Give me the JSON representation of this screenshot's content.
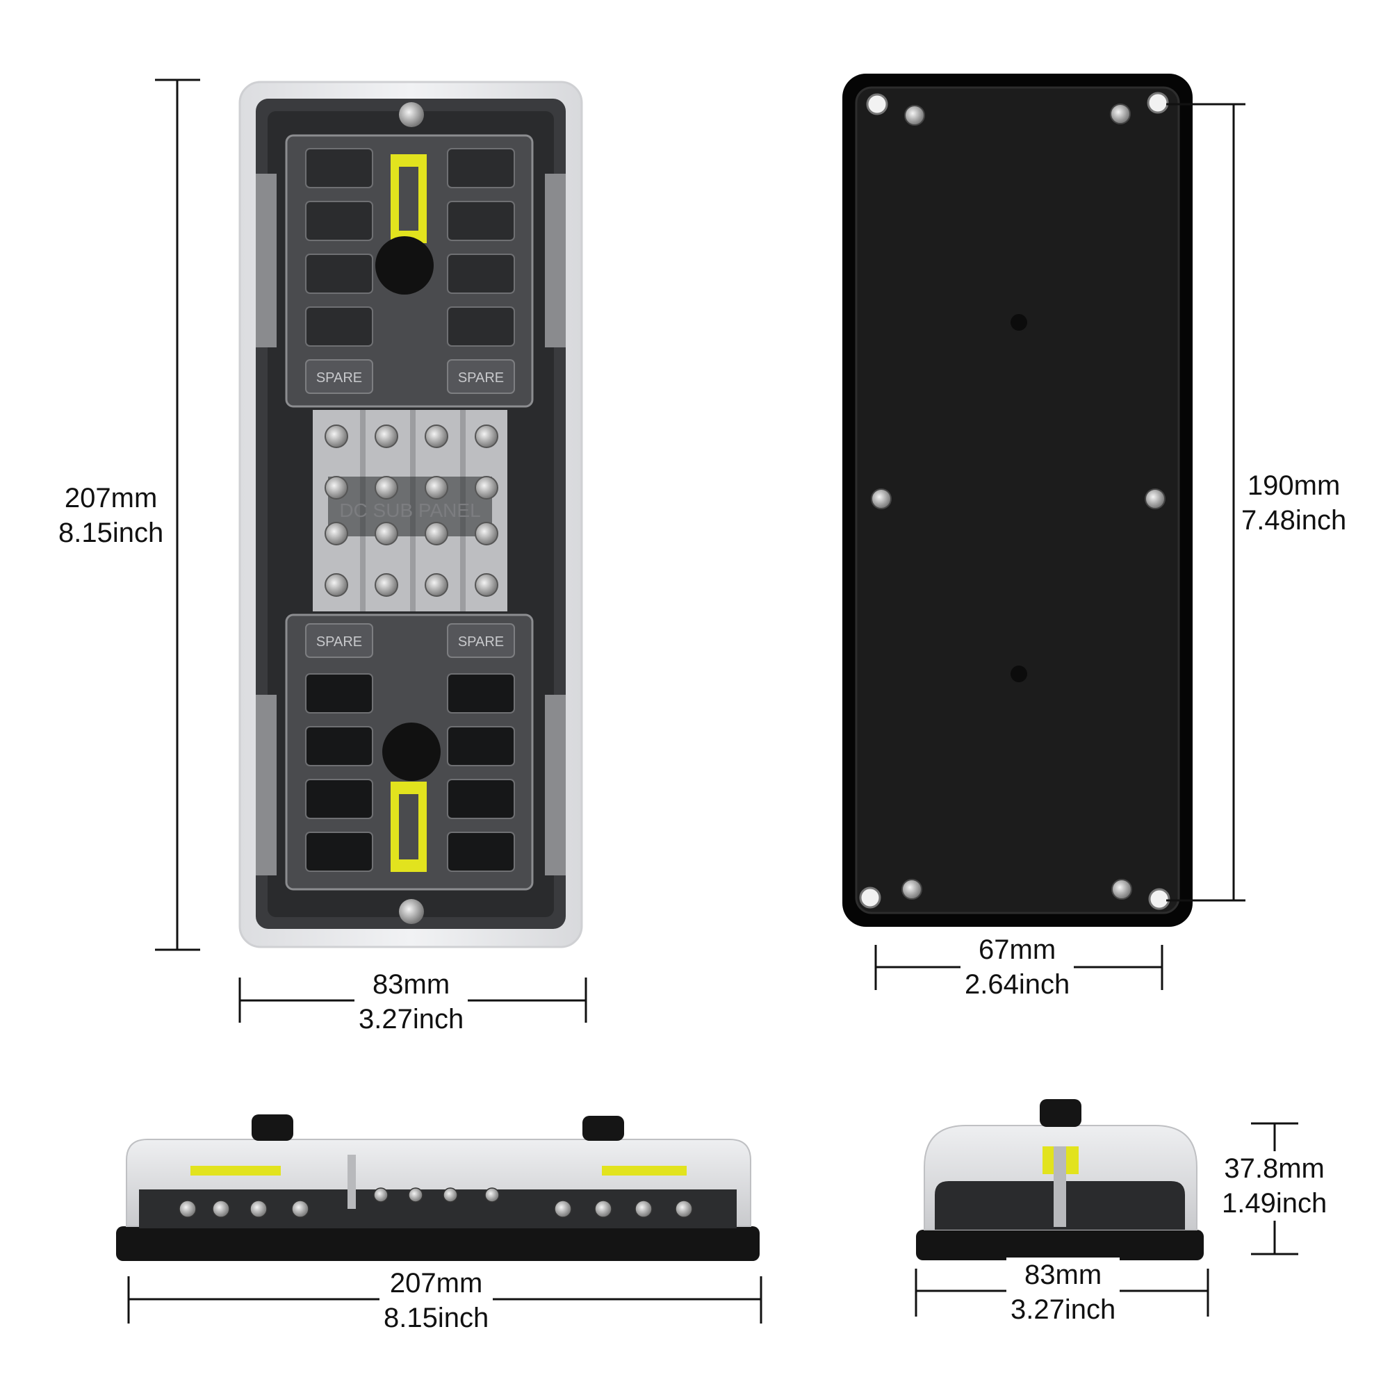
{
  "top_view": {
    "height_mm": "207mm",
    "height_inch": "8.15inch",
    "width_mm": "83mm",
    "width_inch": "3.27inch",
    "spare_label": "SPARE",
    "bus_label": "DC SUB PANEL"
  },
  "bottom_view": {
    "height_mm": "190mm",
    "height_inch": "7.48inch",
    "width_mm": "67mm",
    "width_inch": "2.64inch"
  },
  "side_view": {
    "length_mm": "207mm",
    "length_inch": "8.15inch"
  },
  "end_view": {
    "height_mm": "37.8mm",
    "height_inch": "1.49inch",
    "width_mm": "83mm",
    "width_inch": "3.27inch"
  },
  "colors": {
    "housing": "#1c1c1c",
    "cover": "#e9eaec",
    "bus_bar_yellow": "#e2e31e",
    "base": "#141414"
  }
}
